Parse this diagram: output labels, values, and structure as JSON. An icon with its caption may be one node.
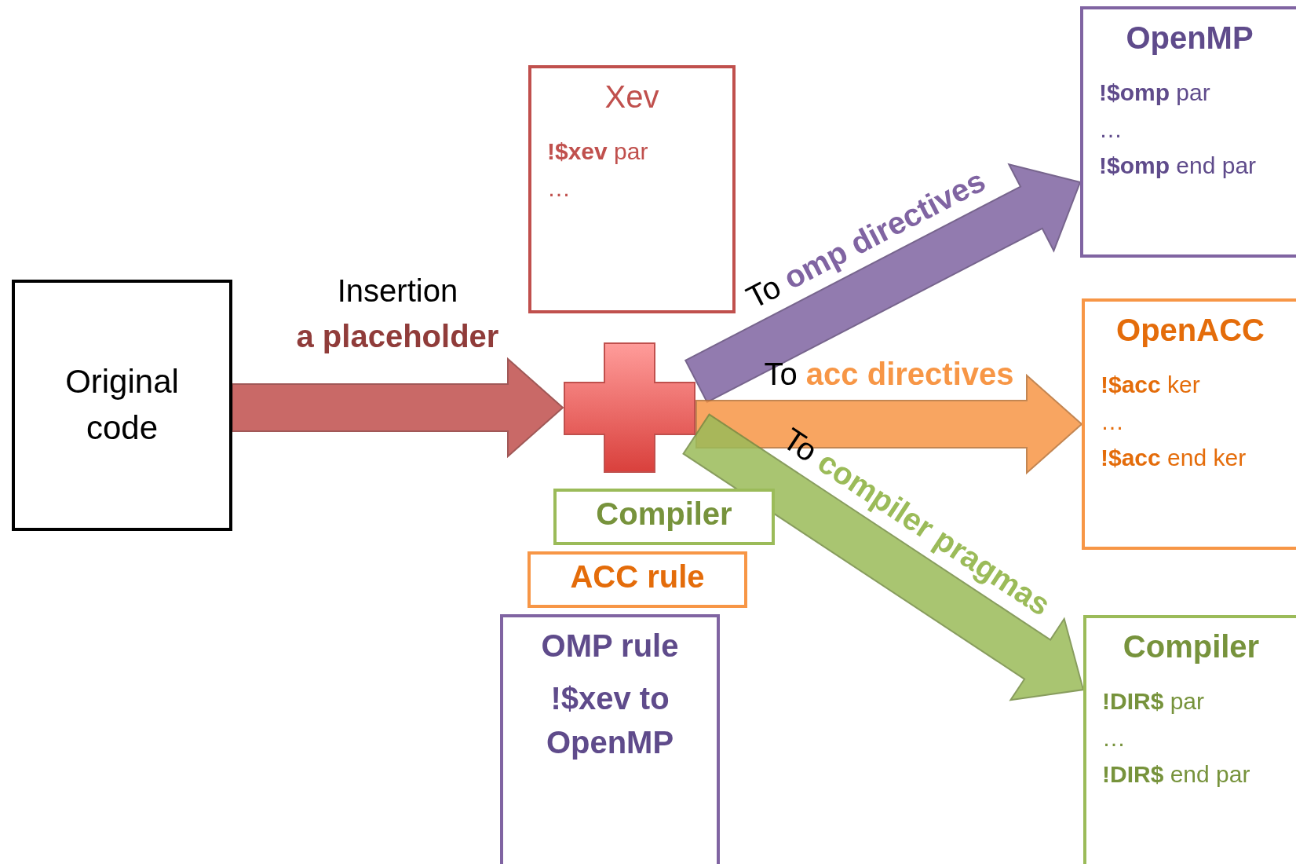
{
  "diagram": {
    "nodes": [
      {
        "text": [
          "Original code"
        ]
      },
      {
        "text": [
          "Xev",
          "**!$xev** par",
          "…"
        ]
      },
      {
        "text": [],
        "shape": "cross"
      },
      {
        "text": [
          "Compiler"
        ]
      },
      {
        "text": [
          "ACC rule"
        ]
      },
      {
        "text": [
          "OMP rule",
          "!$xev to OpenMP"
        ]
      },
      {
        "text": [
          "OpenMP",
          "**!$omp** par",
          "…",
          "**!$omp** end par"
        ]
      },
      {
        "text": [
          "OpenACC",
          "**!$acc** ker",
          "…",
          "**!$acc** end ker"
        ]
      },
      {
        "text": [
          "Compiler",
          "**!DIR$** par",
          "…",
          "**!DIR$** end par"
        ]
      }
    ],
    "edges": [
      {
        "from": 0,
        "to": 2,
        "arrow": "to",
        "label": "Insertion **a placeholder**",
        "style": "thick",
        "color": "#c0504d"
      },
      {
        "from": 2,
        "to": 6,
        "arrow": "to",
        "label": "To **omp directives**",
        "style": "thick",
        "color": "#8064a2"
      },
      {
        "from": 2,
        "to": 7,
        "arrow": "to",
        "label": "To **acc directives**",
        "style": "thick",
        "color": "#f79646"
      },
      {
        "from": 2,
        "to": 8,
        "arrow": "to",
        "label": "To **compiler pragmas**",
        "style": "thick",
        "color": "#9bbb59"
      }
    ]
  }
}
